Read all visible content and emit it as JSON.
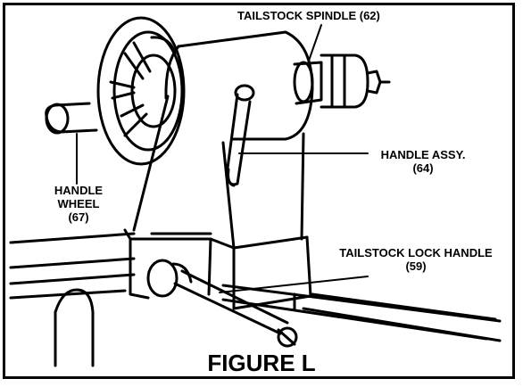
{
  "figure": {
    "caption": "FIGURE L",
    "labels": {
      "tailstock_spindle": "TAILSTOCK SPINDLE (62)",
      "handle_assy_line1": "HANDLE ASSY.",
      "handle_assy_line2": "(64)",
      "handle_wheel_line1": "HANDLE",
      "handle_wheel_line2": "WHEEL",
      "handle_wheel_line3": "(67)",
      "lock_handle_line1": "TAILSTOCK LOCK HANDLE",
      "lock_handle_line2": "(59)"
    }
  }
}
